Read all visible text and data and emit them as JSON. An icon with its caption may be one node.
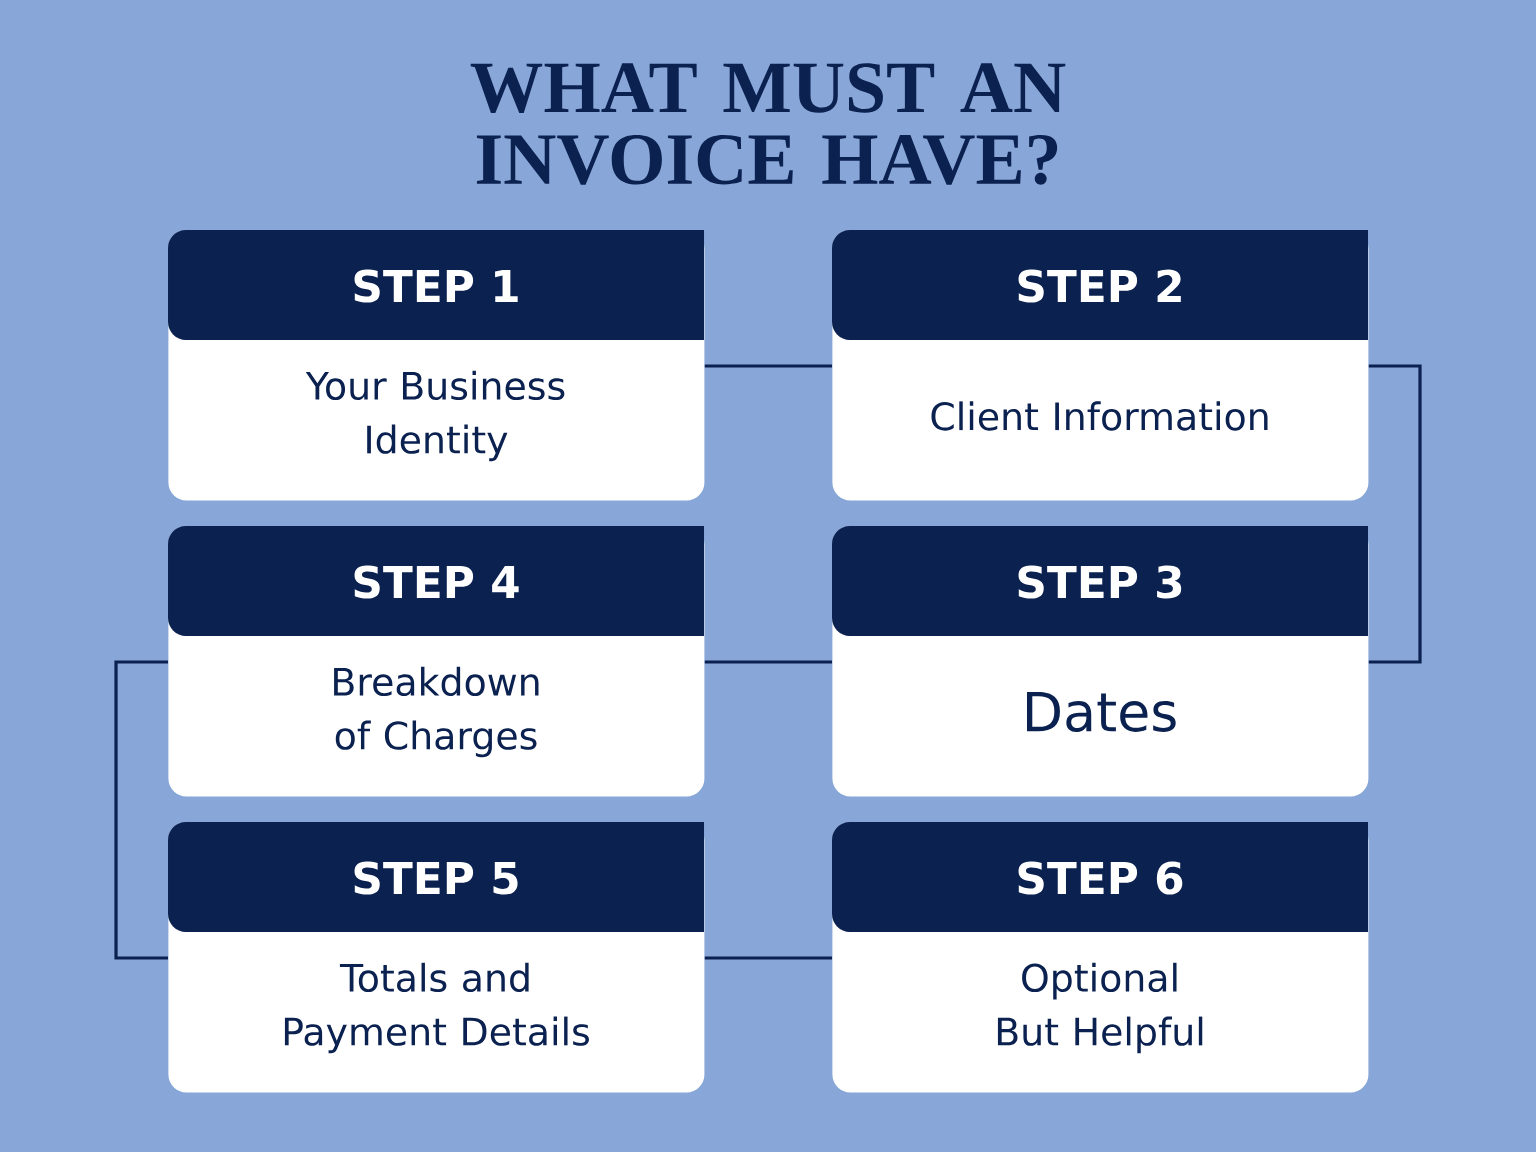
{
  "diagram": {
    "title": "WHAT MUST AN INVOICE HAVE?",
    "nodes": [
      {
        "text": [
          "STEP 1",
          "Your Business Identity"
        ]
      },
      {
        "text": [
          "STEP 2",
          "Client Information"
        ]
      },
      {
        "text": [
          "STEP 3",
          "Dates"
        ]
      },
      {
        "text": [
          "STEP 4",
          "Breakdown of Charges"
        ]
      },
      {
        "text": [
          "STEP 5",
          "Totals and Payment Details"
        ]
      },
      {
        "text": [
          "STEP 6",
          "Optional But Helpful"
        ]
      }
    ],
    "edges": [
      {
        "from": 0,
        "to": 1,
        "arrow": "none"
      },
      {
        "from": 1,
        "to": 2,
        "arrow": "none"
      },
      {
        "from": 2,
        "to": 3,
        "arrow": "none"
      },
      {
        "from": 3,
        "to": 4,
        "arrow": "none"
      },
      {
        "from": 4,
        "to": 5,
        "arrow": "none"
      }
    ]
  }
}
